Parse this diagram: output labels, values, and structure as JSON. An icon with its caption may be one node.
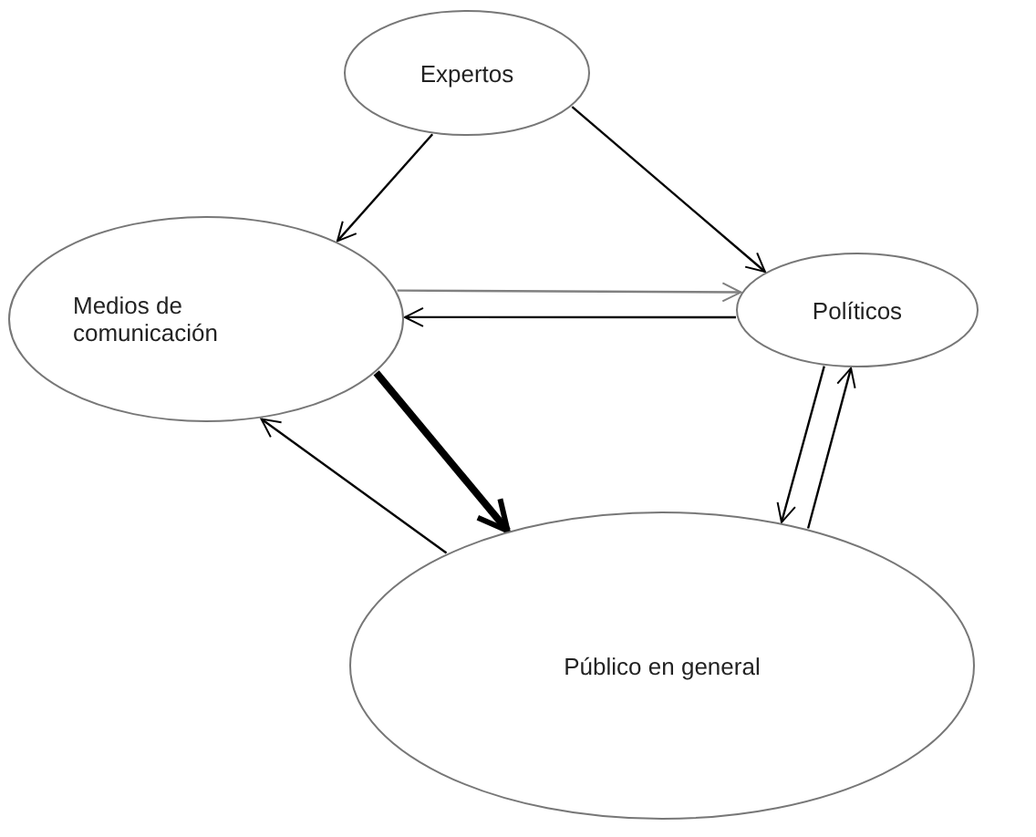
{
  "diagram": {
    "nodes": [
      {
        "text": [
          "Expertos"
        ]
      },
      {
        "text": [
          "Medios de comunicación"
        ]
      },
      {
        "text": [
          "Políticos"
        ]
      },
      {
        "text": [
          "Público en general"
        ]
      }
    ],
    "edges": [
      {
        "from": 0,
        "to": 1,
        "arrow": "to"
      },
      {
        "from": 0,
        "to": 2,
        "arrow": "to"
      },
      {
        "from": 1,
        "to": 2,
        "arrow": "to",
        "color": "#808080"
      },
      {
        "from": 2,
        "to": 1,
        "arrow": "to"
      },
      {
        "from": 1,
        "to": 3,
        "arrow": "to",
        "style": "thick"
      },
      {
        "from": 3,
        "to": 1,
        "arrow": "to"
      },
      {
        "from": 2,
        "to": 3,
        "arrow": "to"
      },
      {
        "from": 3,
        "to": 2,
        "arrow": "to"
      }
    ]
  }
}
